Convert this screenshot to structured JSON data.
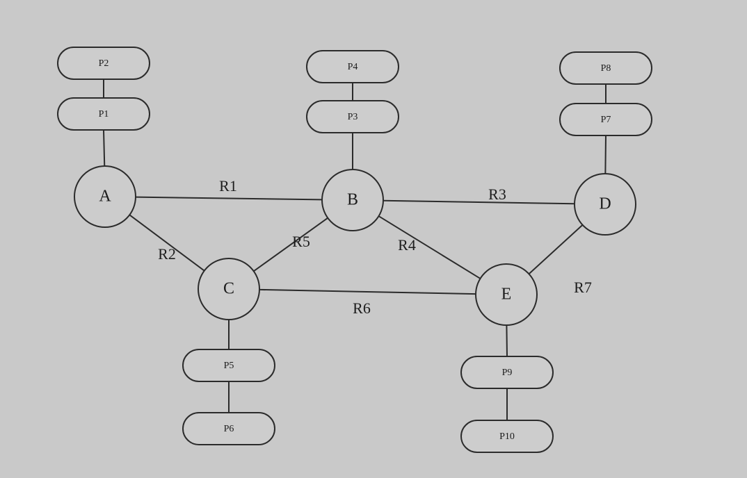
{
  "routers": [
    {
      "id": "A",
      "label": "A"
    },
    {
      "id": "B",
      "label": "B"
    },
    {
      "id": "C",
      "label": "C"
    },
    {
      "id": "D",
      "label": "D"
    },
    {
      "id": "E",
      "label": "E"
    }
  ],
  "processes": [
    {
      "id": "P1",
      "label": "P1"
    },
    {
      "id": "P2",
      "label": "P2"
    },
    {
      "id": "P3",
      "label": "P3"
    },
    {
      "id": "P4",
      "label": "P4"
    },
    {
      "id": "P5",
      "label": "P5"
    },
    {
      "id": "P6",
      "label": "P6"
    },
    {
      "id": "P7",
      "label": "P7"
    },
    {
      "id": "P8",
      "label": "P8"
    },
    {
      "id": "P9",
      "label": "P9"
    },
    {
      "id": "P10",
      "label": "P10"
    }
  ],
  "links": [
    {
      "id": "R1",
      "label": "R1",
      "from": "A",
      "to": "B"
    },
    {
      "id": "R2",
      "label": "R2",
      "from": "A",
      "to": "C"
    },
    {
      "id": "R3",
      "label": "R3",
      "from": "B",
      "to": "D"
    },
    {
      "id": "R4",
      "label": "R4",
      "from": "B",
      "to": "E"
    },
    {
      "id": "R5",
      "label": "R5",
      "from": "B",
      "to": "C"
    },
    {
      "id": "R6",
      "label": "R6",
      "from": "C",
      "to": "E"
    },
    {
      "id": "R7",
      "label": "R7",
      "from": "D",
      "to": "E"
    }
  ],
  "attachments": [
    {
      "from": "P2",
      "to": "P1"
    },
    {
      "from": "P1",
      "to": "A"
    },
    {
      "from": "P4",
      "to": "P3"
    },
    {
      "from": "P3",
      "to": "B"
    },
    {
      "from": "P8",
      "to": "P7"
    },
    {
      "from": "P7",
      "to": "D"
    },
    {
      "from": "C",
      "to": "P5"
    },
    {
      "from": "P5",
      "to": "P6"
    },
    {
      "from": "E",
      "to": "P9"
    },
    {
      "from": "P9",
      "to": "P10"
    }
  ]
}
